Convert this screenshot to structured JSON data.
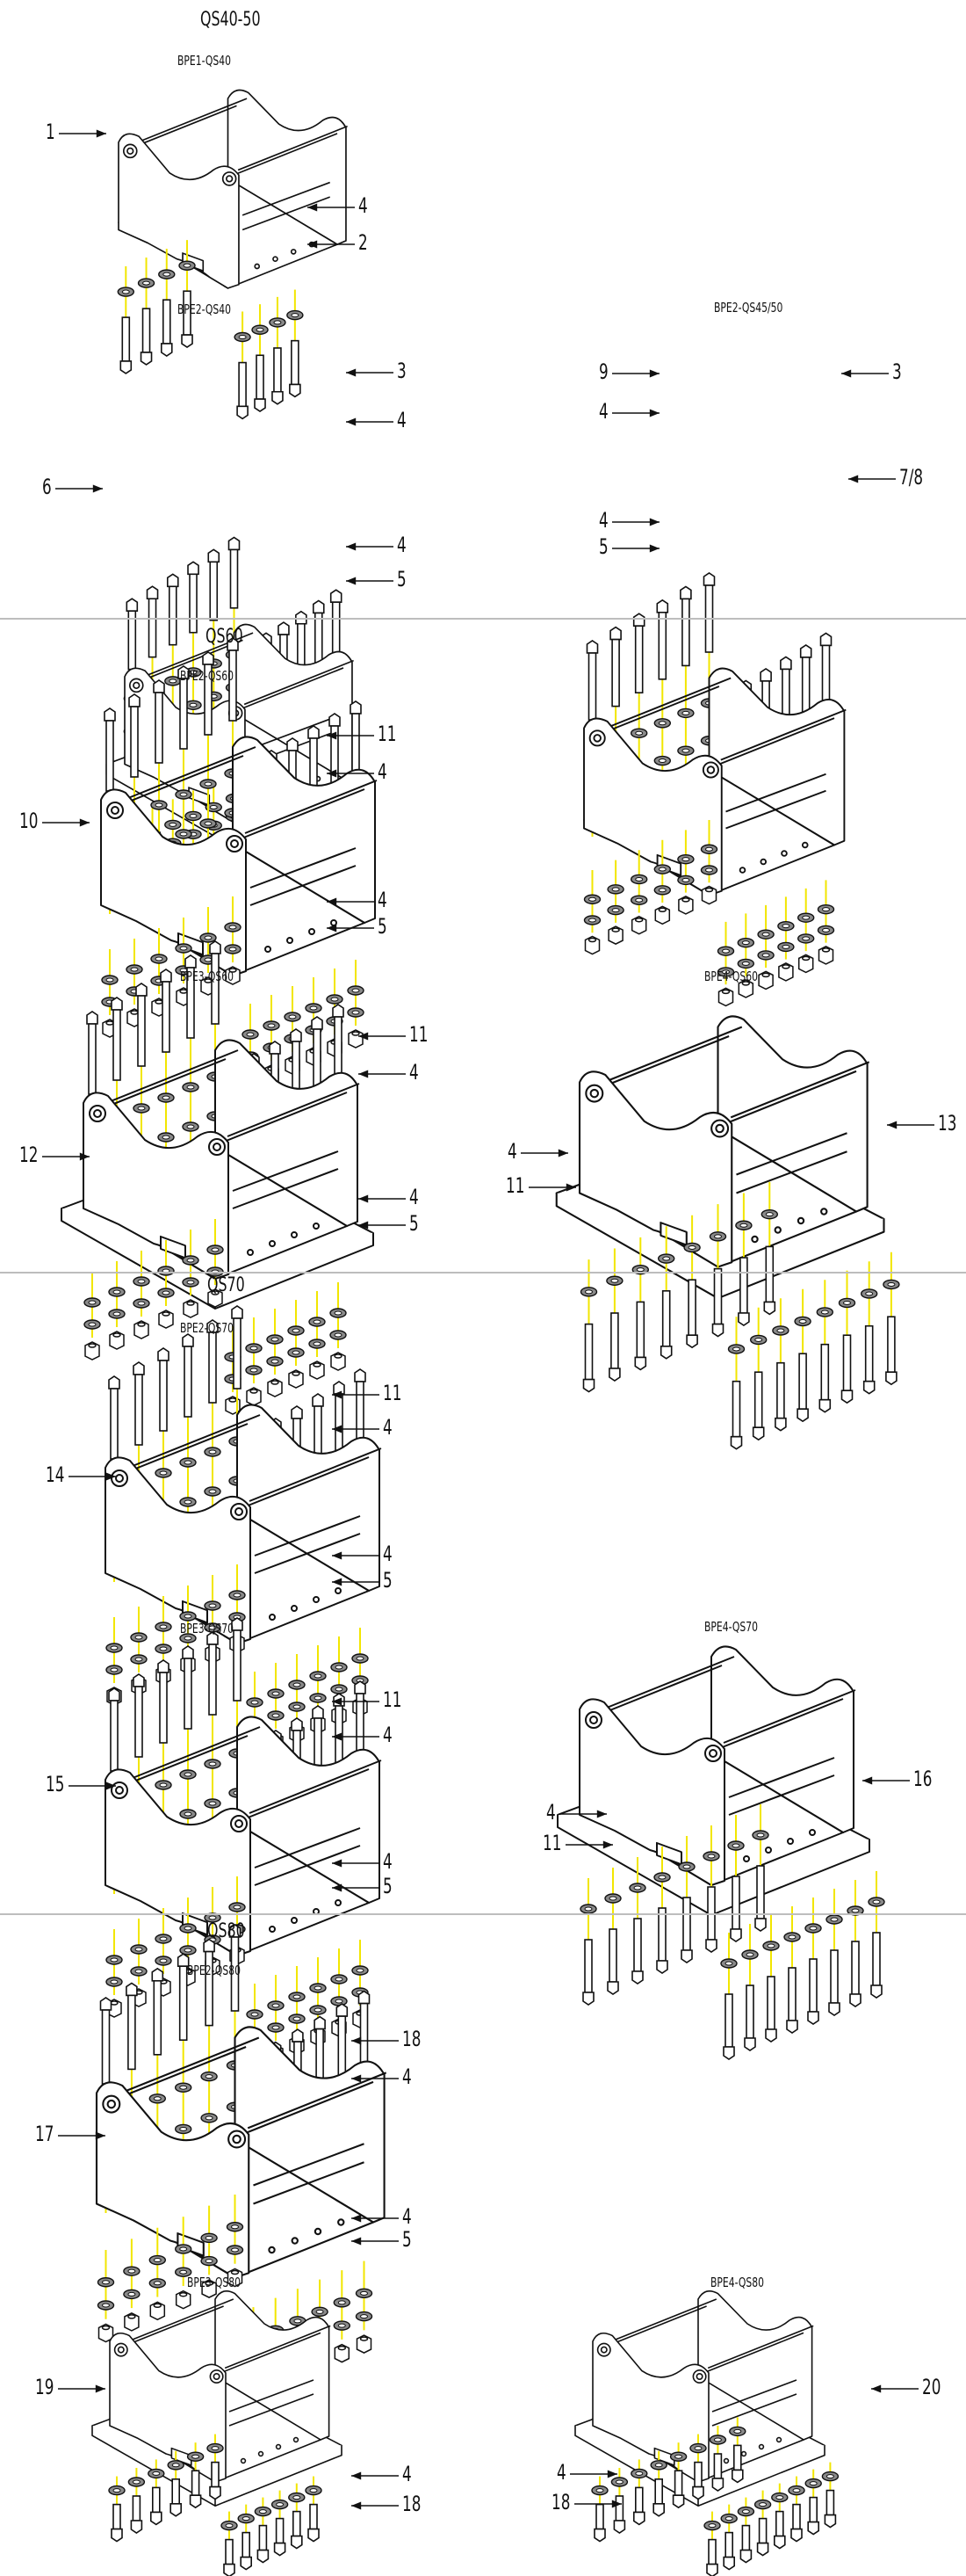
{
  "colors": {
    "line": "#111111",
    "guide": "#f2e600",
    "divider": "#bdbdbd",
    "washer_fill": "#8a8a8a"
  },
  "sections": [
    {
      "title": "QS40-50",
      "assemblies": [
        {
          "name": "BPE1-QS40",
          "callouts": [
            "1",
            "4",
            "2"
          ]
        },
        {
          "name": "BPE2-QS40",
          "callouts": [
            "3",
            "4",
            "6",
            "4",
            "5"
          ]
        },
        {
          "name": "BPE2-QS45/50",
          "callouts": [
            "9",
            "3",
            "4",
            "7/8",
            "4",
            "5"
          ]
        }
      ]
    },
    {
      "title": "QS60",
      "assemblies": [
        {
          "name": "BPE2-QS60",
          "callouts": [
            "11",
            "4",
            "10",
            "4",
            "5"
          ]
        },
        {
          "name": "BPE3-QS60",
          "callouts": [
            "11",
            "4",
            "12",
            "4",
            "5"
          ]
        },
        {
          "name": "BPE4-QS60",
          "callouts": [
            "13",
            "4",
            "11"
          ]
        }
      ]
    },
    {
      "title": "QS70",
      "assemblies": [
        {
          "name": "BPE2-QS70",
          "callouts": [
            "11",
            "4",
            "14",
            "4",
            "5"
          ]
        },
        {
          "name": "BPE3-QS70",
          "callouts": [
            "11",
            "4",
            "15",
            "4",
            "5"
          ]
        },
        {
          "name": "BPE4-QS70",
          "callouts": [
            "16",
            "4",
            "11"
          ]
        }
      ]
    },
    {
      "title": "QS80",
      "assemblies": [
        {
          "name": "BPE2-QS80",
          "callouts": [
            "18",
            "4",
            "17",
            "4",
            "5"
          ]
        },
        {
          "name": "BPE3-QS80",
          "callouts": [
            "19",
            "4",
            "18"
          ]
        },
        {
          "name": "BPE4-QS80",
          "callouts": [
            "20",
            "4",
            "18"
          ]
        }
      ]
    }
  ]
}
